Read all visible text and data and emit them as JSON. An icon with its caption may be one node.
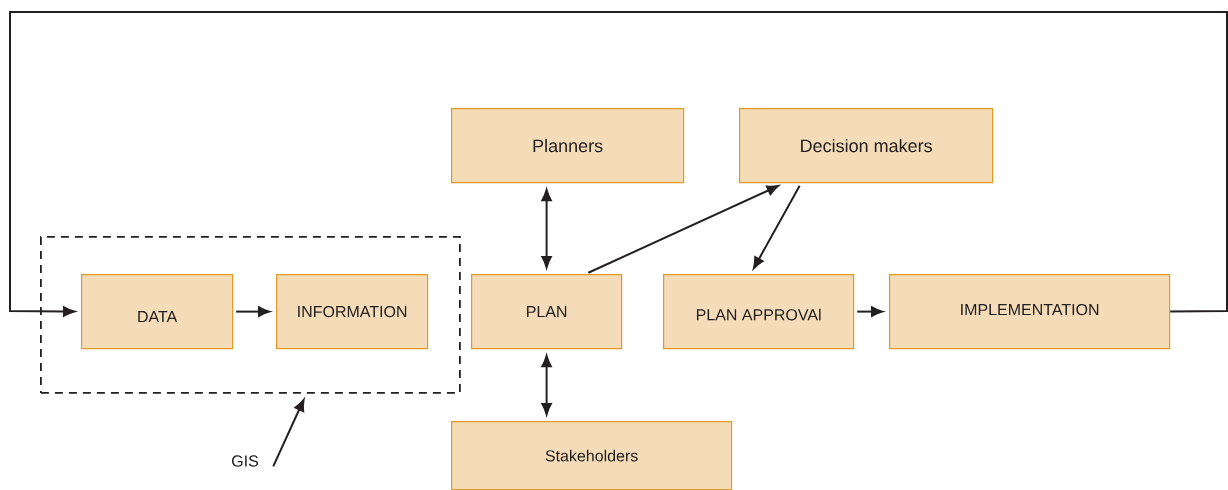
{
  "diagram": {
    "nodes": [
      {
        "text": [],
        "shape": "box"
      },
      {
        "text": [
          "DATA"
        ],
        "in": 0
      },
      {
        "text": [
          "INFORMATION"
        ],
        "in": 0
      },
      {
        "text": [
          "Planners"
        ]
      },
      {
        "text": [
          "Decision makers"
        ]
      },
      {
        "text": [
          "PLAN"
        ]
      },
      {
        "text": [
          "PLAN APPROVAl"
        ]
      },
      {
        "text": [
          "IMPLEMENTATION"
        ]
      },
      {
        "text": [
          "Stakeholders"
        ]
      },
      {
        "text": [
          "GIS"
        ]
      }
    ],
    "edges": [
      {
        "from": 7,
        "to": 1,
        "arrow": "to"
      },
      {
        "from": 1,
        "to": 2,
        "arrow": "to"
      },
      {
        "from": 3,
        "to": 5,
        "arrow": "both"
      },
      {
        "from": 5,
        "to": 4,
        "arrow": "to"
      },
      {
        "from": 4,
        "to": 6,
        "arrow": "to"
      },
      {
        "from": 6,
        "to": 7,
        "arrow": "to"
      },
      {
        "from": 5,
        "to": 8,
        "arrow": "both"
      },
      {
        "from": 9,
        "to": 0,
        "arrow": "to"
      }
    ]
  }
}
